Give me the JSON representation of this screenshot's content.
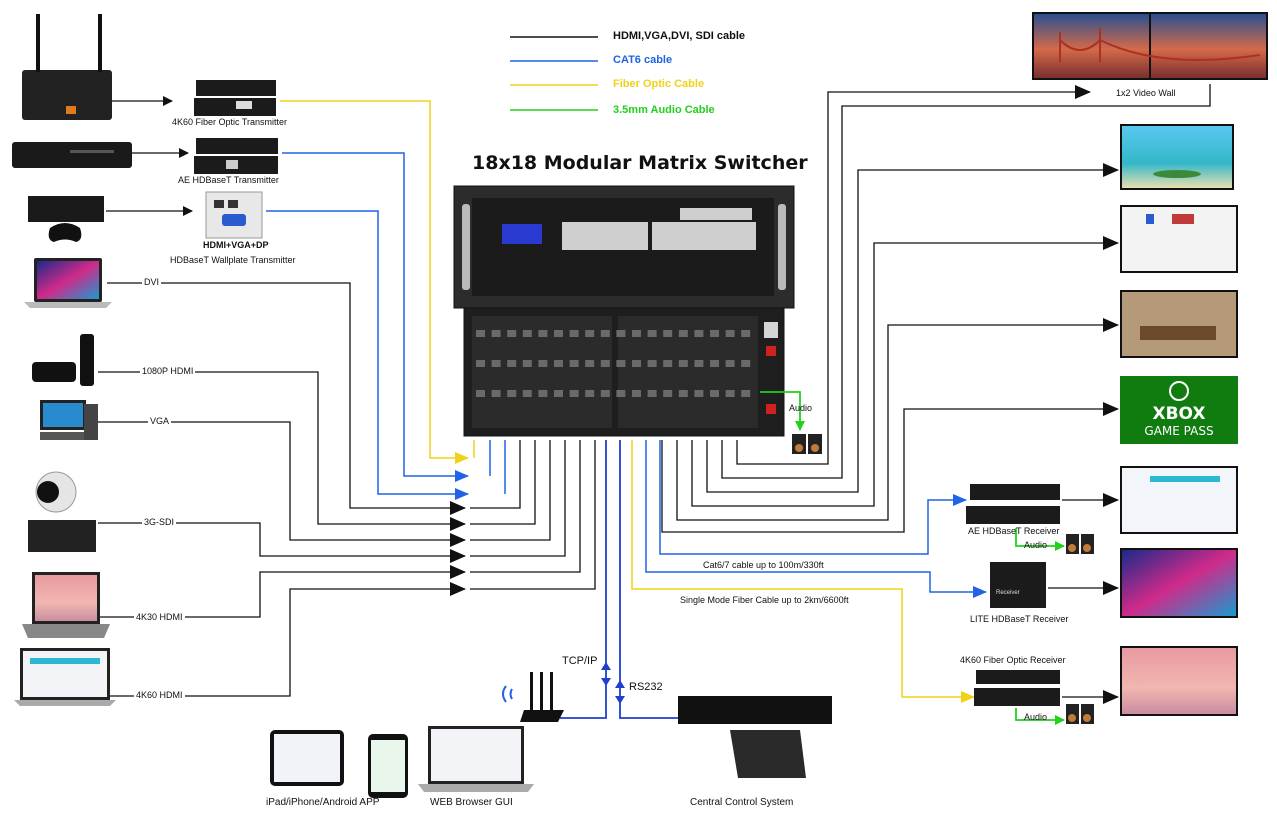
{
  "title": "18x18 Modular Matrix Switcher",
  "colors": {
    "hdmi": "#111111",
    "cat6": "#1f63e6",
    "fiber": "#f0d21a",
    "audio": "#22d11c"
  },
  "legend": [
    {
      "label": "HDMI,VGA,DVI, SDI cable",
      "color": "#111111"
    },
    {
      "label": "CAT6 cable",
      "color": "#1f63e6"
    },
    {
      "label": "Fiber Optic Cable",
      "color": "#f0d21a"
    },
    {
      "label": "3.5mm Audio Cable",
      "color": "#22d11c"
    }
  ],
  "sources": {
    "fiber_tx": "4K60 Fiber Optic Transmitter",
    "ae_tx": "AE HDBaseT Transmitter",
    "wallplate_ports": "HDMI+VGA+DP",
    "wallplate": "HDBaseT Wallplate Transmitter",
    "dvi": "DVI",
    "hdmi1080": "1080P HDMI",
    "vga": "VGA",
    "sdi": "3G-SDI",
    "hdmi4k30": "4K30 HDMI",
    "hdmi4k60": "4K60 HDMI"
  },
  "outputs": {
    "video_wall": "1x2 Video Wall",
    "audio_1": "Audio",
    "ae_rx": "AE HDBaseT Receiver",
    "audio_2": "Audio",
    "lite_rx": "LITE HDBaseT Receiver",
    "fiber_rx": "4K60 Fiber Optic Receiver",
    "audio_3": "Audio",
    "receiver_label": "Receiver",
    "xbox_line1": "XBOX",
    "xbox_line2": "GAME PASS"
  },
  "cables": {
    "cat6_run": "Cat6/7 cable up to 100m/330ft",
    "fiber_run": "Single Mode Fiber Cable up to 2km/6600ft"
  },
  "control": {
    "tcpip": "TCP/IP",
    "rs232": "RS232",
    "app": "iPad/iPhone/Android APP",
    "web": "WEB Browser GUI",
    "central": "Central Control System"
  }
}
